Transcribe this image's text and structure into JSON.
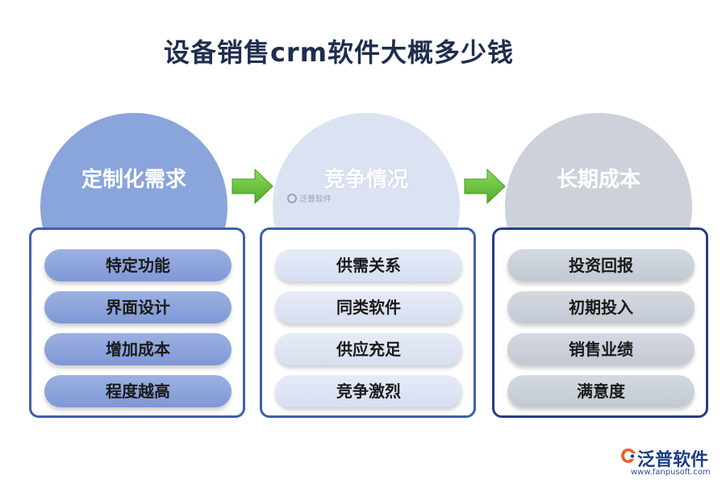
{
  "title": "设备销售crm软件大概多少钱",
  "watermark": "泛普软件",
  "columns": [
    {
      "heading": "定制化需求",
      "items": [
        "特定功能",
        "界面设计",
        "增加成本",
        "程度越高"
      ],
      "circle_color": "#8aa4dc"
    },
    {
      "heading": "竞争情况",
      "items": [
        "供需关系",
        "同类软件",
        "供应充足",
        "竞争激烈"
      ],
      "circle_color": "#dbe3f3"
    },
    {
      "heading": "长期成本",
      "items": [
        "投资回报",
        "初期投入",
        "销售业绩",
        "满意度"
      ],
      "circle_color": "#cdd2da"
    }
  ],
  "arrow_color": "#6cc63c",
  "brand": {
    "name": "泛普软件",
    "url": "www.fanpusoft.com",
    "logo_icon": "fanpu-logo-icon"
  }
}
